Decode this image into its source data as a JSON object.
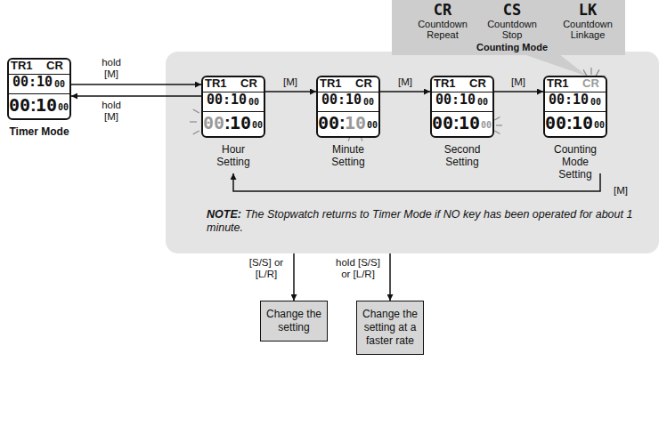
{
  "diagram": {
    "nodes": [
      {
        "text": [
          "CR",
          "CS",
          "LK",
          "Countdown Repeat",
          "Countdown Stop",
          "Counting Mode",
          "Countdown Linkage"
        ]
      },
      {
        "text": [
          "TR1",
          "CR",
          "00:10",
          "00",
          "00",
          ":",
          "10",
          "00",
          "Timer Mode"
        ]
      },
      {
        "text": [
          "NOTE:",
          "The Stopwatch returns to Timer Mode if NO key has been operated for about 1 minute."
        ]
      },
      {
        "text": [
          "TR1",
          "CR",
          "00:10",
          "00",
          "00",
          ":",
          "10",
          "00",
          "Hour Setting"
        ],
        "in": 2
      },
      {
        "text": [
          "TR1",
          "CR",
          "00:10",
          "00",
          "00",
          ":",
          "10",
          "00",
          "Minute Setting"
        ],
        "in": 2
      },
      {
        "text": [
          "TR1",
          "CR",
          "00:10",
          "00",
          "00",
          ":",
          "10",
          "00",
          "Second Setting"
        ],
        "in": 2
      },
      {
        "text": [
          "TR1",
          "CR",
          "00:10",
          "00",
          "00",
          ":",
          "10",
          "00",
          "Counting Mode Setting"
        ],
        "in": 2
      },
      {
        "text": [
          "Change the setting"
        ]
      },
      {
        "text": [
          "Change the setting at a faster rate"
        ]
      }
    ],
    "edges": [
      {
        "from": 1,
        "to": 3,
        "label": "hold [M]",
        "arrow": "to"
      },
      {
        "from": 3,
        "to": 1,
        "label": "hold [M]",
        "arrow": "to"
      },
      {
        "from": 3,
        "to": 4,
        "label": "[M]",
        "arrow": "to"
      },
      {
        "from": 4,
        "to": 5,
        "label": "[M]",
        "arrow": "to"
      },
      {
        "from": 5,
        "to": 6,
        "label": "[M]",
        "arrow": "to"
      },
      {
        "from": 6,
        "to": 3,
        "label": "[M]",
        "arrow": "to"
      },
      {
        "from": 2,
        "to": 7,
        "label": "[S/S] or [L/R]",
        "arrow": "to"
      },
      {
        "from": 2,
        "to": 8,
        "label": "hold [S/S] or [L/R]",
        "arrow": "to"
      },
      {
        "from": 0,
        "to": 6,
        "arrow": "none"
      }
    ]
  }
}
